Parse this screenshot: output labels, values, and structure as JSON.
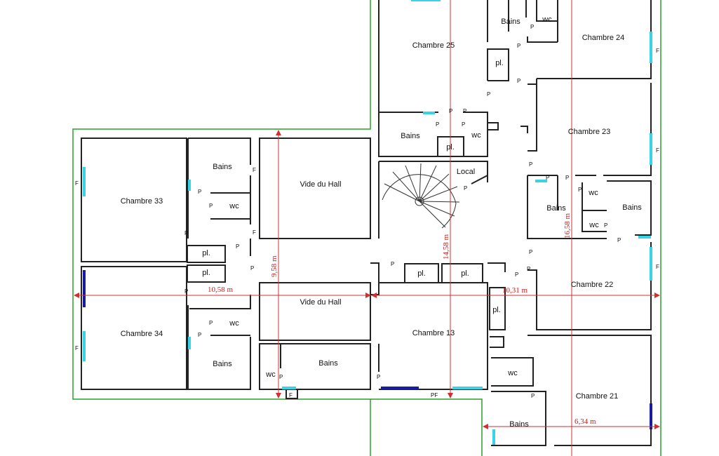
{
  "rooms": {
    "chambre_25": "Chambre 25",
    "chambre_24": "Chambre 24",
    "chambre_23": "Chambre 23",
    "chambre_22": "Chambre 22",
    "chambre_21": "Chambre 21",
    "chambre_13": "Chambre 13",
    "chambre_33": "Chambre 33",
    "chambre_34": "Chambre 34",
    "vide_hall_1": "Vide du Hall",
    "vide_hall_2": "Vide du Hall",
    "local": "Local",
    "bains": "Bains",
    "wc": "wc",
    "pl": "pl."
  },
  "marks": {
    "p": "P",
    "f": "F",
    "pf": "PF"
  },
  "dimensions": {
    "d1": "9,58 m",
    "d2": "14,58 m",
    "d3": "16,58 m",
    "d4": "10,58 m",
    "d5": "10,31 m",
    "d6": "6,34 m"
  },
  "colors": {
    "outline": "#2aa12a",
    "window": "#36d4e6",
    "window_dark": "#1a1aa0",
    "dimension": "#d03030"
  }
}
